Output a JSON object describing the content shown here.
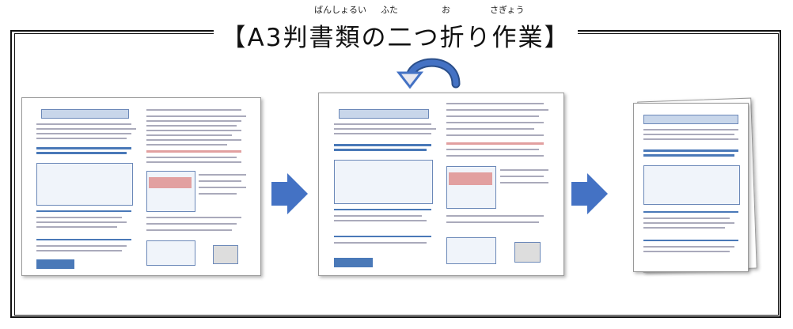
{
  "title": {
    "text": "【A3判書類の二つ折り作業】",
    "ruby": [
      {
        "reading": "ばんしょるい"
      },
      {
        "reading": "ふた"
      },
      {
        "reading": "お"
      },
      {
        "reading": "さぎょう"
      }
    ]
  },
  "icons": {
    "fold_arrow": "curved-arrow-icon",
    "step_arrow": "right-arrow-icon"
  },
  "colors": {
    "arrow": "#4472c4",
    "frame": "#111111"
  }
}
